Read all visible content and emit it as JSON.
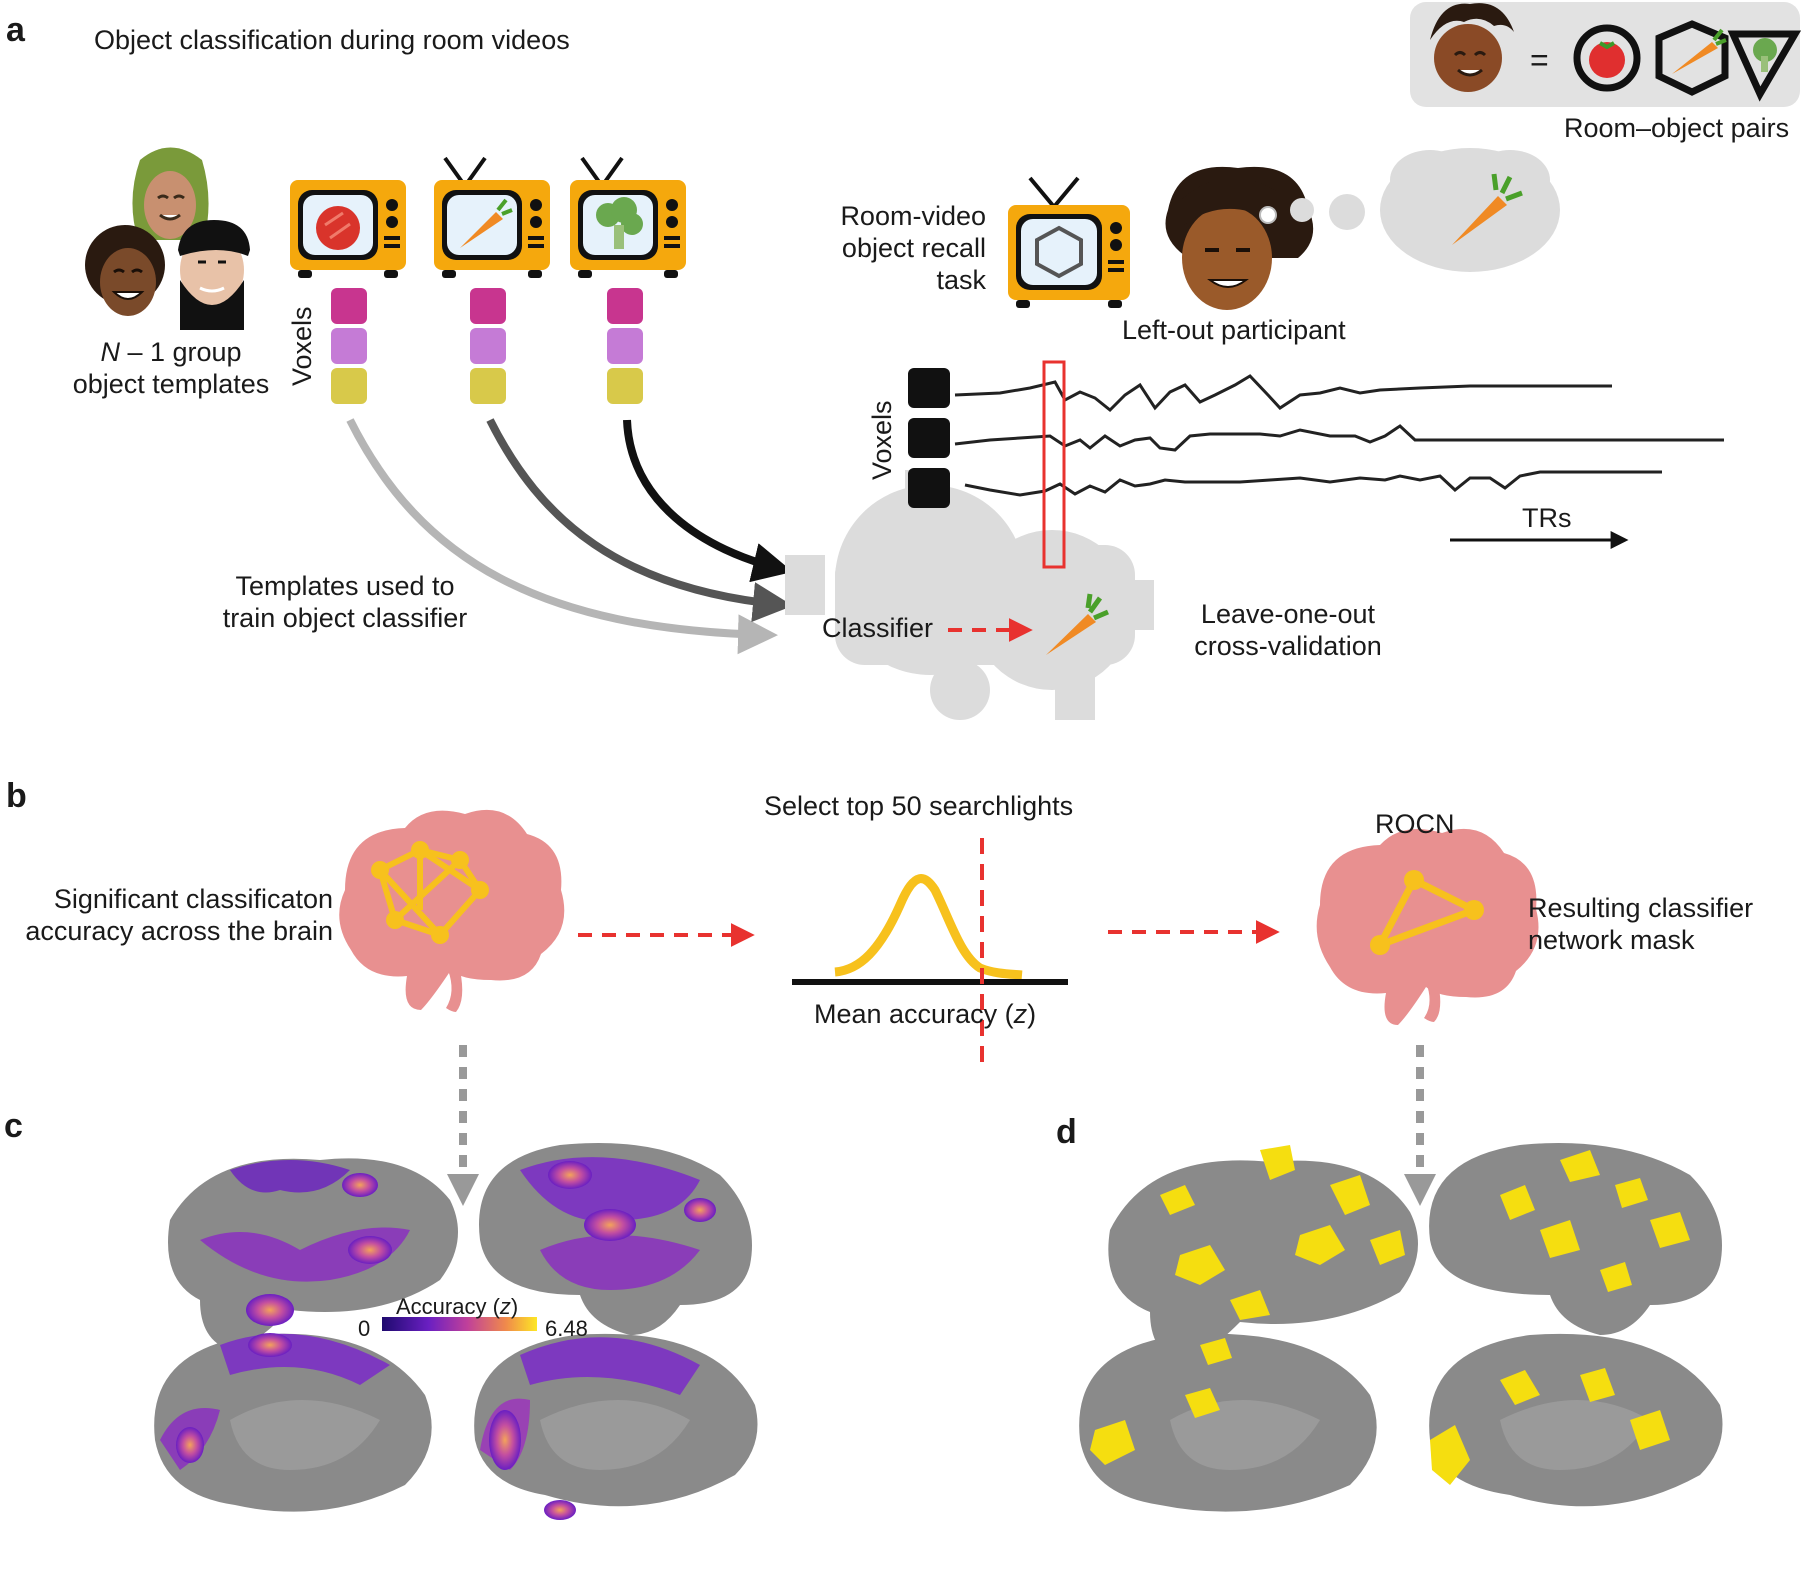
{
  "panels": {
    "a": "a",
    "b": "b",
    "c": "c",
    "d": "d"
  },
  "panel_a": {
    "title": "Object classification during room videos",
    "legend_label": "Room–object pairs",
    "legend_equals": "=",
    "group_templates_line1_italic": "N",
    "group_templates_line1_rest": " – 1 group",
    "group_templates_line2": "object templates",
    "voxels_label_left": "Voxels",
    "voxels_label_right": "Voxels",
    "recall_task_line1": "Room-video",
    "recall_task_line2": "object recall",
    "recall_task_line3": "task",
    "left_out_participant": "Left-out participant",
    "trs_label": "TRs",
    "templates_train_line1": "Templates used to",
    "templates_train_line2": "train object classifier",
    "classifier_label": "Classifier",
    "cross_validation_line1": "Leave-one-out",
    "cross_validation_line2": "cross-validation"
  },
  "panel_b": {
    "select_label": "Select top 50 searchlights",
    "significant_line1": "Significant classificaton",
    "significant_line2": "accuracy across the brain",
    "x_axis_label_prefix": "Mean accuracy (",
    "x_axis_label_var": "z",
    "x_axis_label_suffix": ")",
    "rocn_label": "ROCN",
    "resulting_line1": "Resulting classifier",
    "resulting_line2": "network mask"
  },
  "panel_c": {
    "colorbar_title_prefix": "Accuracy (",
    "colorbar_title_var": "z",
    "colorbar_title_suffix": ")",
    "colorbar_min": "0",
    "colorbar_max": "6.48",
    "colormap": [
      "#1e0a6e",
      "#6a1fc2",
      "#c0409a",
      "#f08a4b",
      "#fde725"
    ]
  },
  "colors": {
    "tv_body": "#f5a80d",
    "accent_red": "#e8322f",
    "network_yellow": "#f7c11d",
    "brain_pink": "#e89090",
    "cortex_gray": "#8a8a8a",
    "mask_yellow": "#f5de10",
    "gear_gray": "#dcdcdc",
    "legend_bg": "#e2e2e2",
    "voxel_magenta": "#c8358f",
    "voxel_lilac": "#c57bd6",
    "voxel_olive": "#d8c94a"
  },
  "icons": [
    "person-group-icon",
    "tv-tomato-icon",
    "tv-carrot-icon",
    "tv-broccoli-icon",
    "tv-hexagon-icon",
    "participant-face-icon",
    "thought-bubble-carrot-icon",
    "gear-classifier-icon",
    "brain-network-icon",
    "brain-triangle-icon"
  ]
}
